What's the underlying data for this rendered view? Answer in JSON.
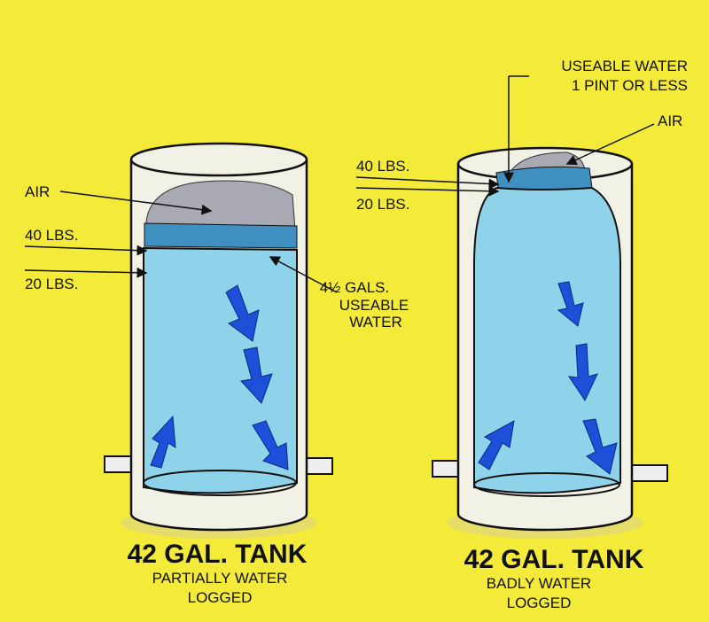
{
  "left_tank": {
    "air_label": "AIR",
    "upper_pressure": "40 LBS.",
    "lower_pressure": "20 LBS.",
    "useable_line1": "4½ GALS.",
    "useable_line2": "USEABLE",
    "useable_line3": "WATER",
    "title": "42 GAL. TANK",
    "caption_line1": "PARTIALLY WATER",
    "caption_line2": "LOGGED"
  },
  "right_tank": {
    "useable_line1": "USEABLE WATER",
    "useable_line2": "1 PINT OR LESS",
    "air_label": "AIR",
    "upper_pressure": "40 LBS.",
    "lower_pressure": "20 LBS.",
    "title": "42 GAL. TANK",
    "caption_line1": "BADLY WATER",
    "caption_line2": "LOGGED"
  },
  "colors": {
    "background": "#f4ea3a",
    "tank": "#f2f1e6",
    "water": "#8fd3ea",
    "air": "#a9a9b4",
    "arrow": "#1e4fd8",
    "band": "#3f8fc0"
  }
}
